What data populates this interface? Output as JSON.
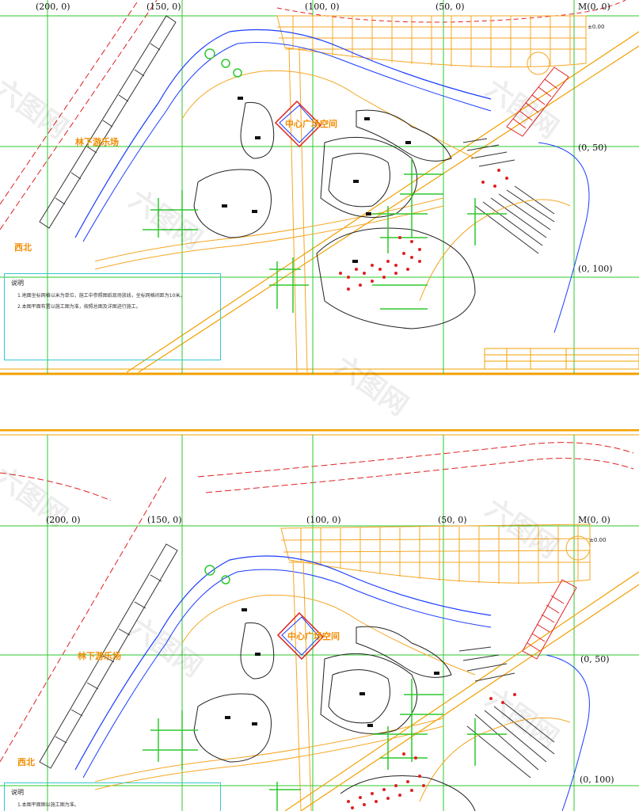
{
  "sheets": [
    {
      "coords": {
        "c200": "(200, 0)",
        "c150": "(150, 0)",
        "c100": "(100, 0)",
        "c50": "(50, 0)",
        "c0": "M(0, 0)",
        "c0_50": "(0, 50)",
        "c0_100": "(0, 100)",
        "elev": "±0.00"
      },
      "labels": {
        "forest": "林下游乐场",
        "northwest": "西北",
        "center": "中心广场空间"
      },
      "notes": {
        "title": "说明",
        "line1": "1.地面坐标网格以米为单位，施工中参照图纸现场放线，坐标网格间距为10米。",
        "line2": "2.本图平面布置以施工图为准，按照总图及详图进行施工。"
      }
    },
    {
      "coords": {
        "c200": "(200, 0)",
        "c150": "(150, 0)",
        "c100": "(100, 0)",
        "c50": "(50, 0)",
        "c0": "M(0, 0)",
        "c0_50": "(0, 50)",
        "c0_100": "(0, 100)",
        "elev": "±0.00"
      },
      "labels": {
        "forest": "林下游乐场",
        "northwest": "西北",
        "center": "中心广场空间"
      },
      "notes": {
        "title": "说明",
        "line1": "1.本图平面图以施工图为准。"
      }
    }
  ],
  "watermark": "六图网"
}
